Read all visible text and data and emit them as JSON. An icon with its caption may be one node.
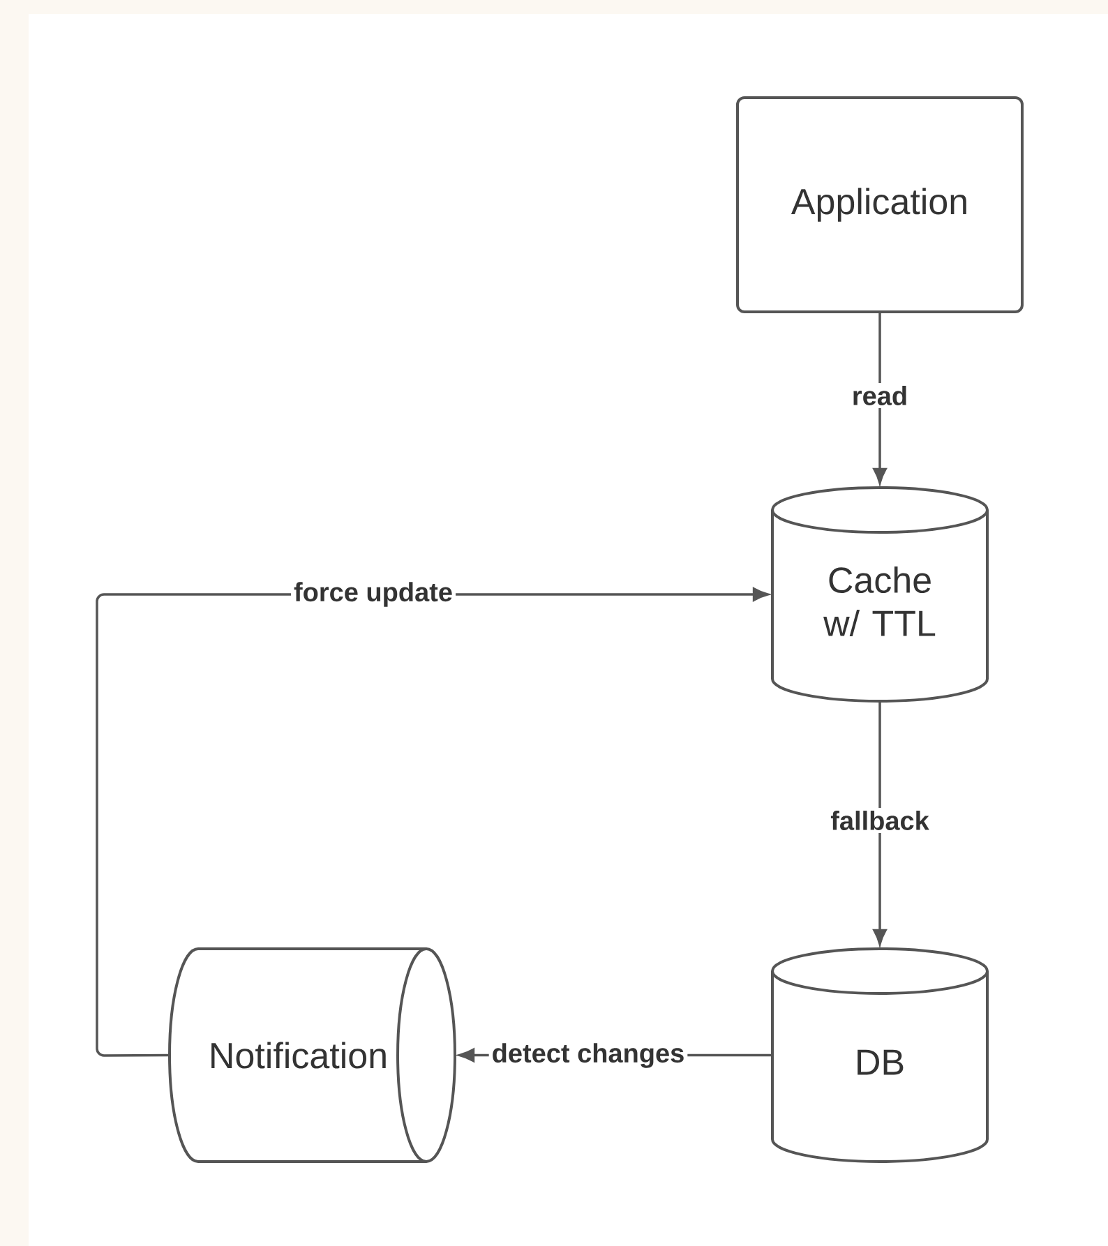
{
  "diagram": {
    "nodes": [
      {
        "text": [
          "Application"
        ]
      },
      {
        "text": [
          "Cache w/ TTL"
        ]
      },
      {
        "text": [
          "DB"
        ]
      },
      {
        "text": [
          "Notification"
        ]
      }
    ],
    "edges": [
      {
        "from": 0,
        "to": 1,
        "arrow": "to",
        "label": "read"
      },
      {
        "from": 1,
        "to": 2,
        "arrow": "to",
        "label": "fallback"
      },
      {
        "from": 2,
        "to": 3,
        "arrow": "to",
        "label": "detect changes"
      },
      {
        "from": 3,
        "to": 1,
        "arrow": "to",
        "label": "force update"
      }
    ]
  }
}
